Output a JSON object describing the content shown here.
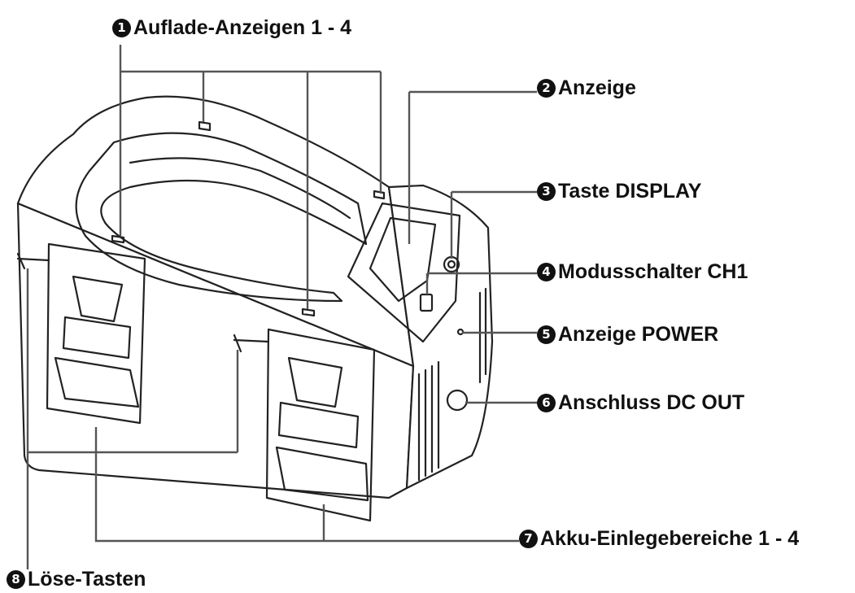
{
  "callouts": [
    {
      "num": "1",
      "label": "Auflade-Anzeigen 1 - 4"
    },
    {
      "num": "2",
      "label": "Anzeige"
    },
    {
      "num": "3",
      "label": "Taste DISPLAY"
    },
    {
      "num": "4",
      "label": "Modusschalter CH1"
    },
    {
      "num": "5",
      "label": "Anzeige POWER"
    },
    {
      "num": "6",
      "label": "Anschluss DC OUT"
    },
    {
      "num": "7",
      "label": "Akku-Einlegebereiche 1 - 4"
    },
    {
      "num": "8",
      "label": "Löse-Tasten"
    }
  ],
  "colors": {
    "line": "#555555",
    "ink": "#111111"
  }
}
